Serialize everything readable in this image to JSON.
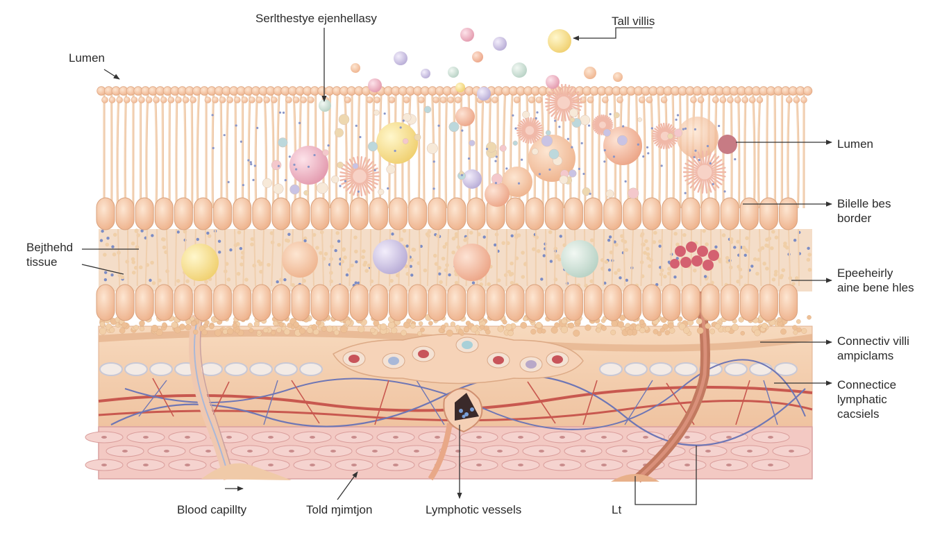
{
  "labels": {
    "top_center": "Serlthestye ejenhellasy",
    "top_right": "Tall villis",
    "top_left": "Lumen",
    "left": [
      "Bejthehd",
      "tissue"
    ],
    "right_1": "Lumen",
    "right_2": [
      "Bilelle bes",
      "border"
    ],
    "right_3": [
      "Epeeheirly",
      "aine bene hles"
    ],
    "right_4": [
      "Connectiv villi",
      "ampiclams"
    ],
    "right_5": [
      "Connectice",
      "lymphatic",
      "cacsiels"
    ],
    "bottom_1": "Blood capillty",
    "bottom_2": "Told ɱimtjon",
    "bottom_3": "Lymphotic vessels",
    "bottom_4": "Lt"
  },
  "colors": {
    "cell_fill": "#f6caa6",
    "cell_stroke": "#d9a27e",
    "villus": "#f3d3b4",
    "tissue": "#f5d2b2",
    "muscle": "#f2c3bf",
    "artery": "#c8584f",
    "vein": "#6e76b5",
    "label_line": "#333333",
    "label_text": "#2a2a2a"
  }
}
